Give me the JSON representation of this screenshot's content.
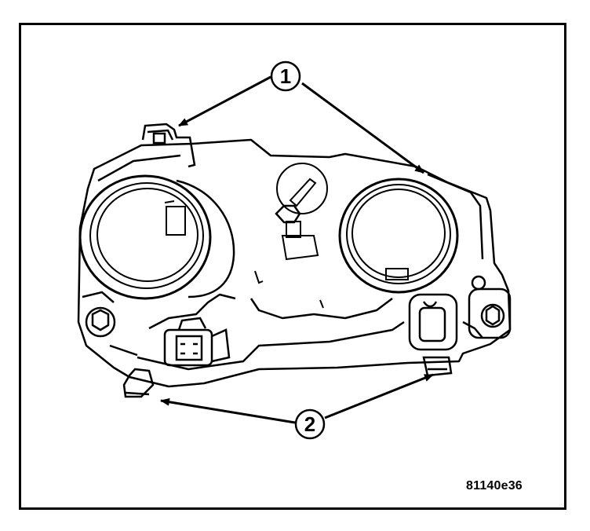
{
  "figure": {
    "id_label": "81140e36",
    "subject": "headlamp-assembly-rear-view"
  },
  "callouts": [
    {
      "number": "1",
      "target": "upper-mounting-tabs"
    },
    {
      "number": "2",
      "target": "lower-mounting-points"
    }
  ],
  "colors": {
    "line": "#000000",
    "background": "#ffffff"
  }
}
